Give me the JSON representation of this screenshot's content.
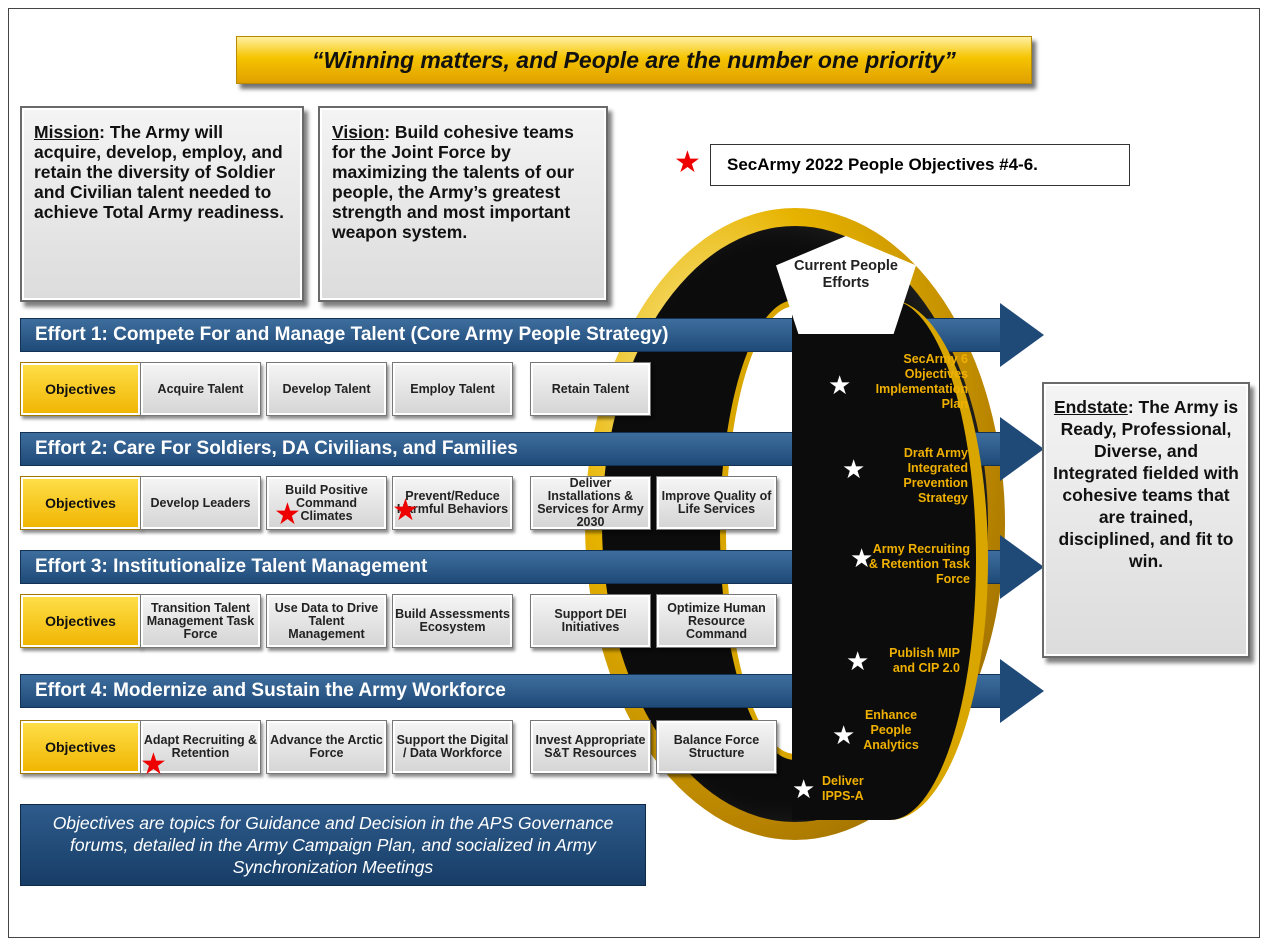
{
  "banner": {
    "quote": "“Winning matters, and People are the number one priority”"
  },
  "mission": {
    "label": "Mission",
    "text": ": The Army will acquire, develop, employ, and retain the diversity of Soldier and Civilian talent needed to achieve Total Army readiness."
  },
  "vision": {
    "label": "Vision",
    "text": ": Build cohesive teams for the Joint Force by maximizing the talents of our people, the Army’s greatest strength and most important weapon system."
  },
  "legend": {
    "text": "SecArmy 2022 People Objectives #4-6."
  },
  "efforts": [
    {
      "title": "Effort 1: Compete For and Manage Talent (Core Army People Strategy)",
      "objectives_label": "Objectives",
      "items": [
        "Acquire Talent",
        "Develop Talent",
        "Employ Talent",
        "Retain Talent"
      ]
    },
    {
      "title": "Effort 2: Care For Soldiers, DA Civilians, and Families",
      "objectives_label": "Objectives",
      "items": [
        "Develop Leaders",
        "Build Positive Command Climates",
        "Prevent/Reduce Harmful Behaviors",
        "Deliver Installations & Services for Army 2030",
        "Improve Quality of Life Services"
      ]
    },
    {
      "title": "Effort 3: Institutionalize  Talent Management",
      "objectives_label": "Objectives",
      "items": [
        "Transition Talent Management Task Force",
        "Use Data to Drive Talent Management",
        "Build Assessments Ecosystem",
        "Support DEI Initiatives",
        "Optimize Human Resource Command"
      ]
    },
    {
      "title": "Effort 4: Modernize and Sustain the Army Workforce",
      "objectives_label": "Objectives",
      "items": [
        "Adapt Recruiting & Retention",
        "Advance the Arctic Force",
        "Support the Digital / Data Workforce",
        "Invest Appropriate S&T Resources",
        "Balance Force Structure"
      ]
    }
  ],
  "ring": {
    "header": "Current People Efforts",
    "items": [
      "SecArmy 6 Objectives Implementation Plan",
      "Draft Army Integrated Prevention Strategy",
      "Army Recruiting & Retention Task Force",
      "Publish MIP and CIP 2.0",
      "Enhance People Analytics",
      "Deliver IPPS-A"
    ]
  },
  "endstate": {
    "label": "Endstate",
    "text": ": The Army is Ready, Professional, Diverse, and Integrated fielded with cohesive teams that are trained, disciplined, and fit to win."
  },
  "footer": {
    "text": "Objectives are topics for Guidance and Decision in the APS Governance forums, detailed in the Army Campaign Plan, and socialized in Army Synchronization Meetings"
  },
  "colors": {
    "gold": "#f0b400",
    "navy": "#1f4a78",
    "star_red": "#e00000"
  }
}
